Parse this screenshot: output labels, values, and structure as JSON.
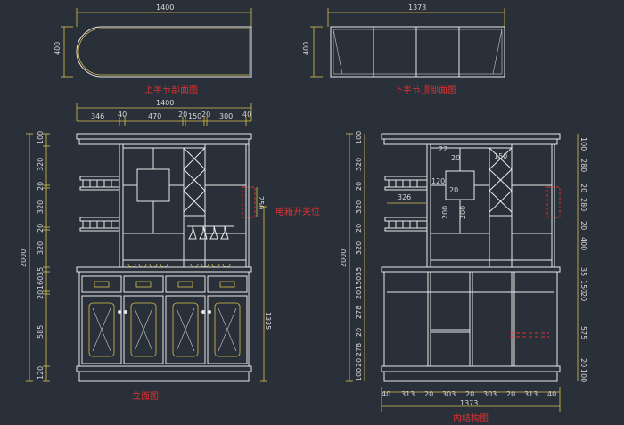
{
  "titles": {
    "top_upper": "上半节部面图",
    "top_lower": "下半节顶部面图",
    "elevation": "立面图",
    "interior": "内结构图",
    "switch_label": "电箱开关位"
  },
  "top_upper_dims": {
    "width": "1400",
    "depth": "400"
  },
  "top_lower_dims": {
    "width": "1373",
    "depth": "400"
  },
  "elevation_dims": {
    "total_width": "1400",
    "top_segments": [
      "346",
      "40",
      "470",
      "20",
      "150",
      "20",
      "300",
      "40"
    ],
    "left_heights": [
      "100",
      "320",
      "20",
      "320",
      "20",
      "320",
      "35",
      "160",
      "20",
      "585",
      "120"
    ],
    "total_height": "2000",
    "right_lower": "1335",
    "switch_height": "250"
  },
  "interior_dims": {
    "total_width": "1373",
    "bottom_segments": [
      "40",
      "313",
      "20",
      "303",
      "20",
      "303",
      "20",
      "313",
      "40"
    ],
    "left_heights": [
      "100",
      "320",
      "20",
      "320",
      "20",
      "320",
      "35",
      "150",
      "20",
      "278",
      "20",
      "278",
      "20",
      "100"
    ],
    "total_height": "2000",
    "right_heights": [
      "100",
      "280",
      "20",
      "280",
      "20",
      "400",
      "35",
      "150",
      "20",
      "575",
      "20",
      "100"
    ],
    "inner_labels": [
      "22",
      "20",
      "150",
      "120",
      "326",
      "20",
      "200",
      "200"
    ]
  },
  "colors": {
    "background": "#2a3039",
    "dimension": "#d8c24a",
    "outline": "#e8e8e8",
    "caption": "#e23030"
  }
}
